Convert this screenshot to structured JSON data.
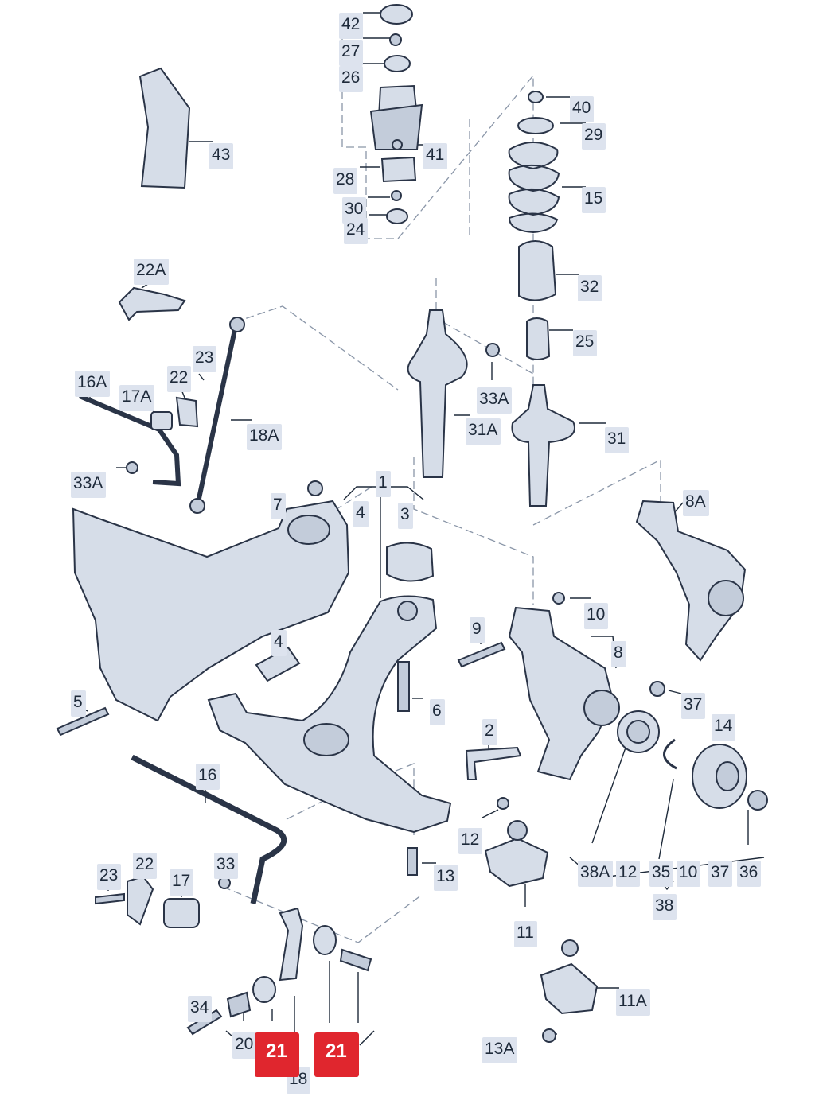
{
  "callouts": [
    {
      "id": "c42",
      "label": "42"
    },
    {
      "id": "c27",
      "label": "27"
    },
    {
      "id": "c26",
      "label": "26"
    },
    {
      "id": "c43",
      "label": "43"
    },
    {
      "id": "c41",
      "label": "41"
    },
    {
      "id": "c28",
      "label": "28"
    },
    {
      "id": "c30",
      "label": "30"
    },
    {
      "id": "c24",
      "label": "24"
    },
    {
      "id": "c40",
      "label": "40"
    },
    {
      "id": "c29",
      "label": "29"
    },
    {
      "id": "c15",
      "label": "15"
    },
    {
      "id": "c32",
      "label": "32"
    },
    {
      "id": "c25",
      "label": "25"
    },
    {
      "id": "c22A",
      "label": "22A"
    },
    {
      "id": "c23a",
      "label": "23"
    },
    {
      "id": "c16A",
      "label": "16A"
    },
    {
      "id": "c22a",
      "label": "22"
    },
    {
      "id": "c17A",
      "label": "17A"
    },
    {
      "id": "c18A",
      "label": "18A"
    },
    {
      "id": "c33Aa",
      "label": "33A"
    },
    {
      "id": "c31A",
      "label": "31A"
    },
    {
      "id": "c31",
      "label": "31"
    },
    {
      "id": "c33Ab",
      "label": "33A"
    },
    {
      "id": "c7",
      "label": "7"
    },
    {
      "id": "c1",
      "label": "1"
    },
    {
      "id": "c4a",
      "label": "4"
    },
    {
      "id": "c3",
      "label": "3"
    },
    {
      "id": "c8A",
      "label": "8A"
    },
    {
      "id": "c10a",
      "label": "10"
    },
    {
      "id": "c9",
      "label": "9"
    },
    {
      "id": "c4b",
      "label": "4"
    },
    {
      "id": "c8",
      "label": "8"
    },
    {
      "id": "c5",
      "label": "5"
    },
    {
      "id": "c6",
      "label": "6"
    },
    {
      "id": "c37a",
      "label": "37"
    },
    {
      "id": "c14",
      "label": "14"
    },
    {
      "id": "c2",
      "label": "2"
    },
    {
      "id": "c16",
      "label": "16"
    },
    {
      "id": "c12a",
      "label": "12"
    },
    {
      "id": "c13",
      "label": "13"
    },
    {
      "id": "c38A",
      "label": "38A"
    },
    {
      "id": "c12b",
      "label": "12"
    },
    {
      "id": "c35",
      "label": "35"
    },
    {
      "id": "c10b",
      "label": "10"
    },
    {
      "id": "c37b",
      "label": "37"
    },
    {
      "id": "c36",
      "label": "36"
    },
    {
      "id": "c38",
      "label": "38"
    },
    {
      "id": "c23b",
      "label": "23"
    },
    {
      "id": "c22b",
      "label": "22"
    },
    {
      "id": "c17",
      "label": "17"
    },
    {
      "id": "c33",
      "label": "33"
    },
    {
      "id": "c11",
      "label": "11"
    },
    {
      "id": "c11A",
      "label": "11A"
    },
    {
      "id": "c34",
      "label": "34"
    },
    {
      "id": "c20",
      "label": "20"
    },
    {
      "id": "c18",
      "label": "18"
    },
    {
      "id": "c21a",
      "label": "21"
    },
    {
      "id": "c21b",
      "label": "21"
    },
    {
      "id": "c13A",
      "label": "13A"
    }
  ],
  "colors": {
    "callout_bg": "#dde3ee",
    "highlight_bg": "#e0262e",
    "line": "#1e2a3a"
  }
}
